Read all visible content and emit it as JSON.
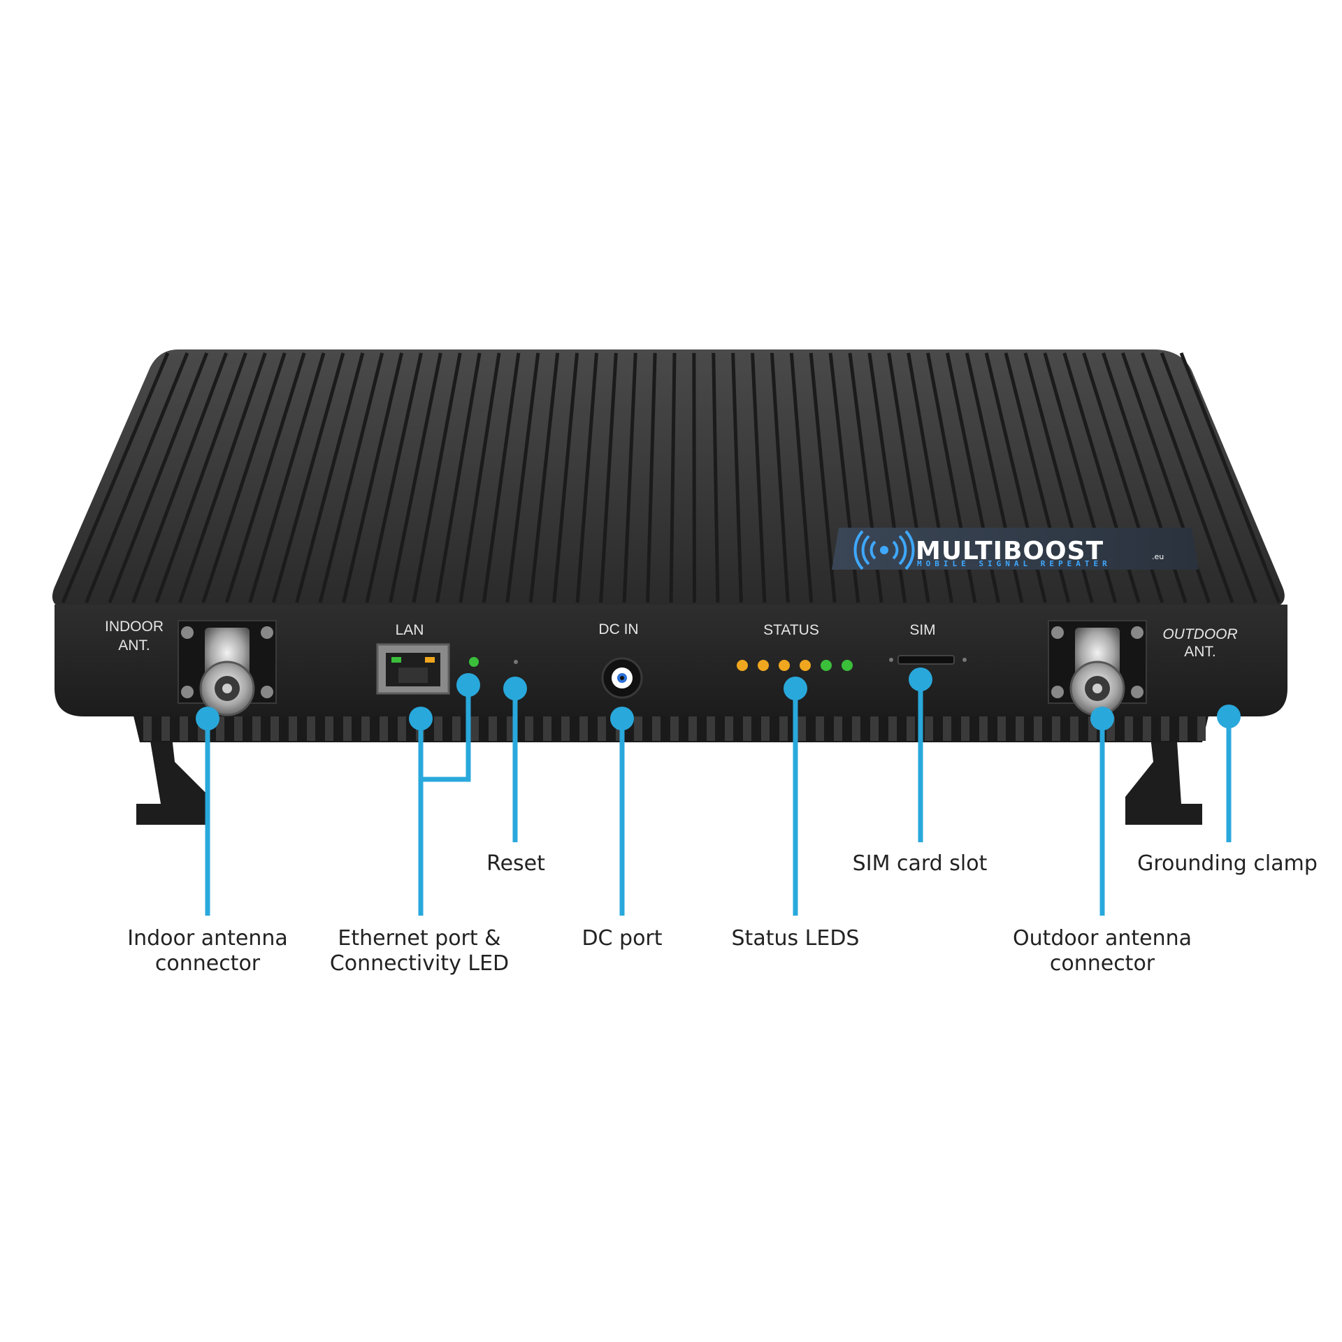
{
  "colors": {
    "callout": "#29a8dc",
    "body": "#2c2c2c",
    "led_amber": "#f0a71f",
    "led_green": "#3bbf3b",
    "brand_blue": "#3fa8ff"
  },
  "panel_labels": {
    "indoor_line1": "INDOOR",
    "indoor_line2": "ANT.",
    "lan": "LAN",
    "dc_in": "DC IN",
    "status": "STATUS",
    "sim": "SIM",
    "outdoor_line1": "OUTDOOR",
    "outdoor_line2": "ANT."
  },
  "brand": {
    "name": "MULTIBOOST",
    "suffix": ".eu",
    "tagline": "MOBILE SIGNAL REPEATER",
    "logo_icon": "wireless-signal-icon"
  },
  "status_leds": [
    "amber",
    "amber",
    "amber",
    "amber",
    "green",
    "green"
  ],
  "callouts": {
    "indoor_antenna": {
      "line1": "Indoor antenna",
      "line2": "connector"
    },
    "ethernet": {
      "line1": "Ethernet port &",
      "line2": "Connectivity LED"
    },
    "reset": {
      "line1": "Reset"
    },
    "dc_port": {
      "line1": "DC port"
    },
    "status_leds": {
      "line1": "Status LEDS"
    },
    "sim_slot": {
      "line1": "SIM card slot"
    },
    "outdoor_antenna": {
      "line1": "Outdoor antenna",
      "line2": "connector"
    },
    "grounding": {
      "line1": "Grounding clamp"
    }
  }
}
